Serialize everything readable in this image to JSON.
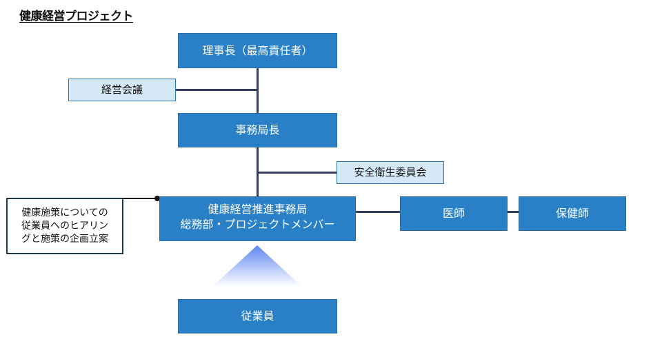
{
  "title": "健康経営プロジェクト",
  "nodes": {
    "chairman": "理事長（最高責任者）",
    "management_meeting": "経営会議",
    "secretary_general": "事務局長",
    "safety_committee": "安全衛生委員会",
    "office_line1": "健康経営推進事務局",
    "office_line2": "総務部・プロジェクトメンバー",
    "doctor": "医師",
    "health_nurse": "保健師",
    "employees": "従業員"
  },
  "note": {
    "line1": "健康施策についての",
    "line2": "従業員へのヒアリン",
    "line3": "グと施策の企画立案"
  },
  "colors": {
    "dark_box": "#2A80C6",
    "light_box": "#D5E8F6",
    "connector": "#343D5C"
  }
}
